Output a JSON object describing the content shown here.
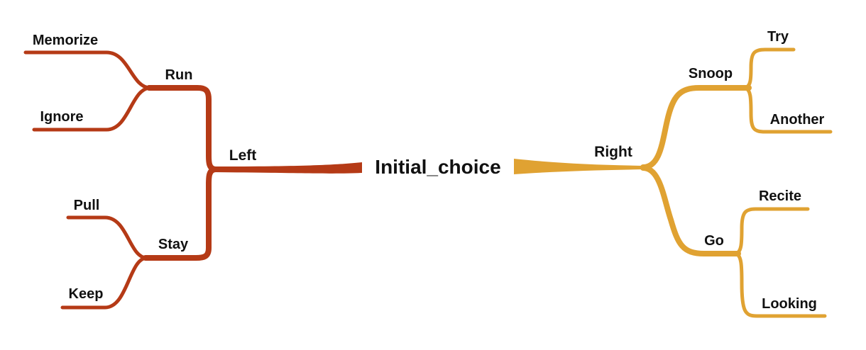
{
  "colors": {
    "left_branch": "#B53A16",
    "right_branch": "#E0A232"
  },
  "root": {
    "label": "Initial_choice"
  },
  "left": {
    "label": "Left",
    "children": [
      {
        "label": "Run",
        "children": [
          {
            "label": "Memorize"
          },
          {
            "label": "Ignore"
          }
        ]
      },
      {
        "label": "Stay",
        "children": [
          {
            "label": "Pull"
          },
          {
            "label": "Keep"
          }
        ]
      }
    ]
  },
  "right": {
    "label": "Right",
    "children": [
      {
        "label": "Snoop",
        "children": [
          {
            "label": "Try"
          },
          {
            "label": "Another"
          }
        ]
      },
      {
        "label": "Go",
        "children": [
          {
            "label": "Recite"
          },
          {
            "label": "Looking"
          }
        ]
      }
    ]
  }
}
